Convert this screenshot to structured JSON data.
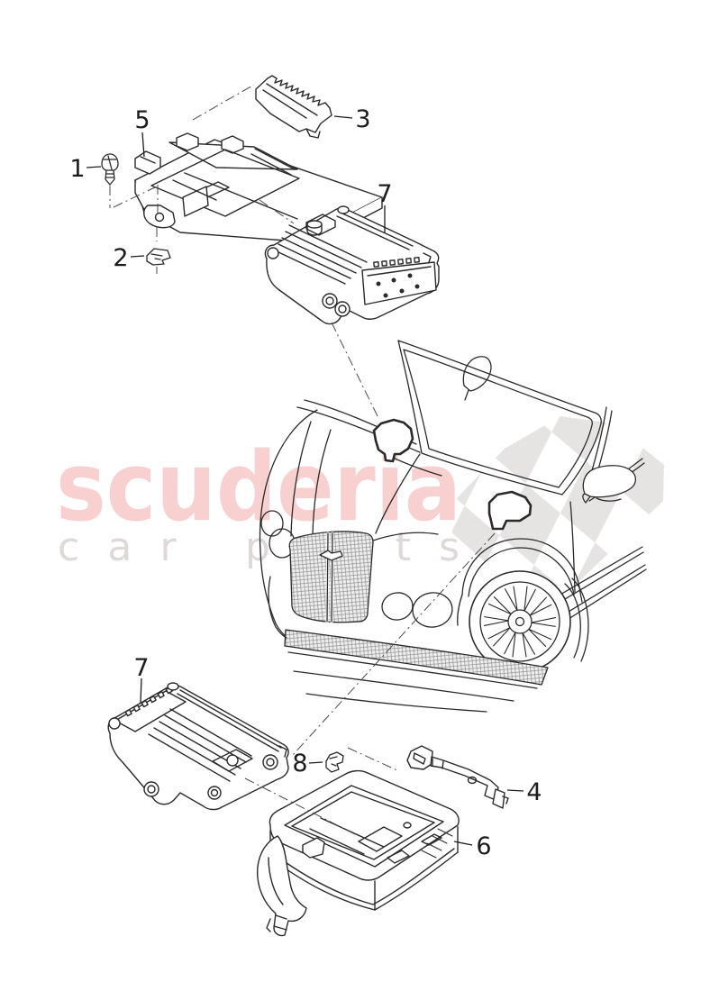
{
  "watermark": {
    "brand": "scuderia",
    "tagline": "car parts",
    "brand_color": "#f9d0d0",
    "tagline_color": "#ded8d8",
    "checker_color": "#e6e3e3"
  },
  "diagram": {
    "background": "#ffffff",
    "line_color": "#2a2a2a",
    "vehicle": "bentley-front-three-quarter-line-art",
    "parts": [
      {
        "ref": "1",
        "icon": "screw-icon"
      },
      {
        "ref": "2",
        "icon": "clip-icon"
      },
      {
        "ref": "3",
        "icon": "ribbed-bracket-icon"
      },
      {
        "ref": "4",
        "icon": "retaining-bracket-icon"
      },
      {
        "ref": "5",
        "icon": "mounting-bracket-icon"
      },
      {
        "ref": "6",
        "icon": "control-unit-tray-icon"
      },
      {
        "ref": "7",
        "icon": "engine-control-unit-icon"
      },
      {
        "ref": "8",
        "icon": "clip-icon"
      }
    ]
  },
  "callouts": [
    {
      "label": "1"
    },
    {
      "label": "2"
    },
    {
      "label": "3"
    },
    {
      "label": "5"
    },
    {
      "label": "7"
    },
    {
      "label": "7"
    },
    {
      "label": "8"
    },
    {
      "label": "4"
    },
    {
      "label": "6"
    }
  ]
}
